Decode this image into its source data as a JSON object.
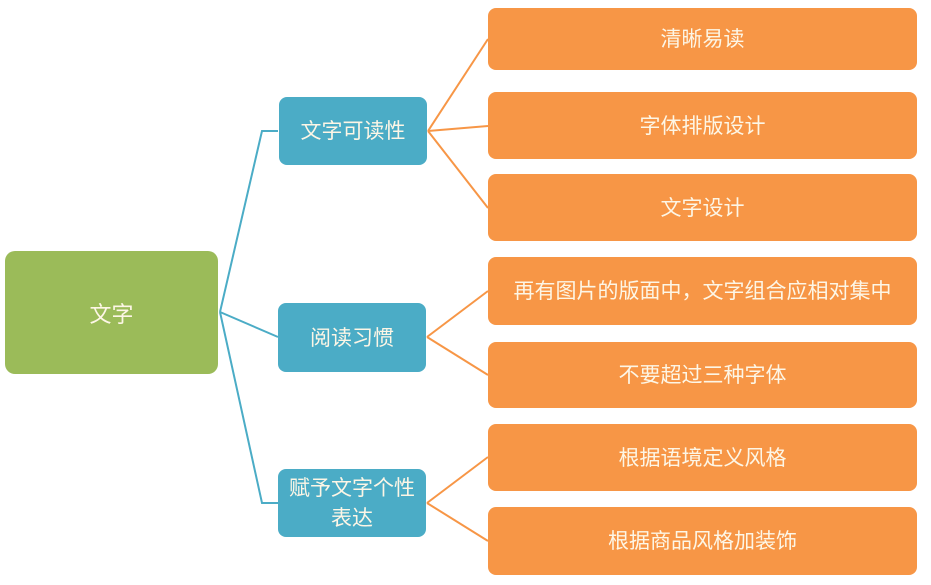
{
  "colors": {
    "root": "#9bbb59",
    "branch": "#4bacc6",
    "leaf": "#f79646",
    "root_connector": "#4bacc6",
    "leaf_connector": "#f79646",
    "text": "#fdf6e6"
  },
  "root": {
    "label": "文字"
  },
  "branches": [
    {
      "label": "文字可读性",
      "children": [
        {
          "label": "清晰易读"
        },
        {
          "label": "字体排版设计"
        },
        {
          "label": "文字设计"
        }
      ]
    },
    {
      "label": "阅读习惯",
      "children": [
        {
          "label": "再有图片的版面中，文字组合应相对集中"
        },
        {
          "label": "不要超过三种字体"
        }
      ]
    },
    {
      "label": "赋予文字个性表达",
      "children": [
        {
          "label": "根据语境定义风格"
        },
        {
          "label": "根据商品风格加装饰"
        }
      ]
    }
  ]
}
